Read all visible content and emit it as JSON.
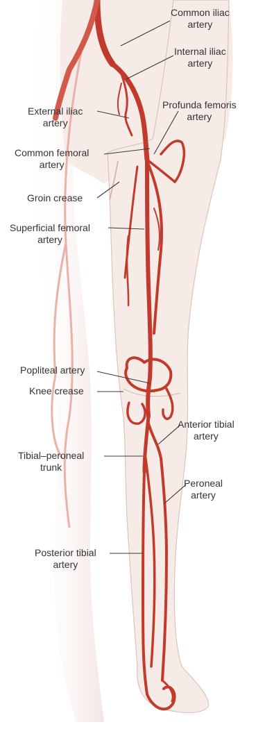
{
  "labels": {
    "common_iliac": [
      "Common iliac",
      "artery"
    ],
    "internal_iliac": [
      "Internal iliac",
      "artery"
    ],
    "external_iliac": [
      "External iliac",
      "artery"
    ],
    "profunda_femoris": [
      "Profunda femoris",
      "artery"
    ],
    "common_femoral": [
      "Common femoral",
      "artery"
    ],
    "groin_crease": [
      "Groin crease"
    ],
    "superficial_femoral": [
      "Superficial femoral",
      "artery"
    ],
    "popliteal": [
      "Popliteal artery"
    ],
    "knee_crease": [
      "Knee crease"
    ],
    "anterior_tibial": [
      "Anterior tibial",
      "artery"
    ],
    "tibial_peroneal": [
      "Tibial–peroneal",
      "trunk"
    ],
    "peroneal": [
      "Peroneal",
      "artery"
    ],
    "posterior_tibial": [
      "Posterior tibial",
      "artery"
    ]
  },
  "colors": {
    "artery": "#c23a2c",
    "artery_light": "#e7a59c",
    "skin": "#f6ebe7",
    "skin_outline": "#d2b6ae",
    "leader": "#3a3a3a",
    "text": "#333333"
  }
}
